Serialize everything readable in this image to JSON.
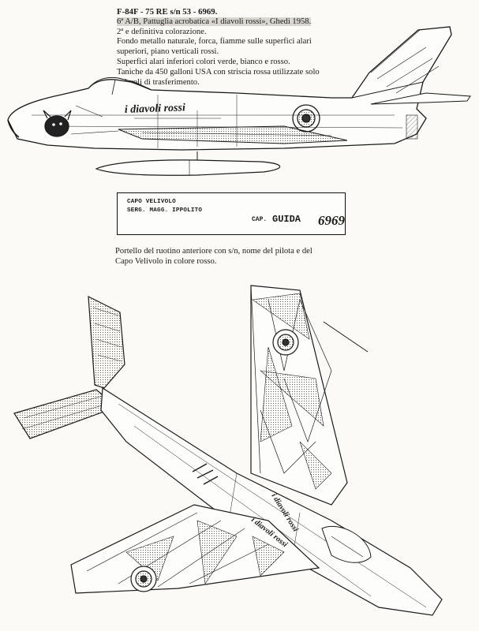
{
  "caption": {
    "lines": [
      "F-84F - 75 RE s/n 53 - 6969.",
      "6ª A/B, Pattuglia acrobatica «I diavoli rossi», Ghedi 1958.",
      "2ª e definitiva colorazione.",
      "Fondo metallo naturale, forca, fiamme sulle superfici alari",
      "superiori, piano verticali rossi.",
      "Superfici alari inferiori colori verde, bianco e rosso.",
      "Taniche  da 450 galloni USA con striscia rossa utilizzate solo",
      "nei voli di trasferimento."
    ]
  },
  "profile_markings": {
    "team_script": "i diavoli rossi"
  },
  "nose_gear_plate": {
    "role": "CAPO VELIVOLO",
    "name": "SERG. MAGG. IPPOLITO",
    "cap_label": "CAP.",
    "pilot": "GUIDA",
    "serial": "6969"
  },
  "plate_note": {
    "lines": [
      "Portello del ruotino anteriore con s/n, nome del pilota e del",
      "Capo Velivolo in colore rosso."
    ]
  },
  "plan_markings": {
    "wing_script": "i diavoli rossi",
    "fuselage_script": "i diavoli rossi"
  },
  "colors": {
    "ink": "#1a1a1a",
    "paper": "#fbfaf6",
    "highlight": "#d9d7d0"
  }
}
